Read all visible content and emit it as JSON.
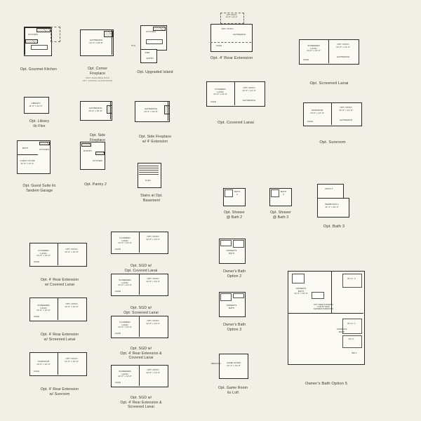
{
  "sheet": {
    "background": "#f2efe6",
    "ink": "#2b2a26"
  },
  "options": [
    {
      "id": "gourmet-kitchen",
      "caption": "Opt. Gourmet Kitchen",
      "rooms": [
        "KITCHEN"
      ]
    },
    {
      "id": "corner-fireplace",
      "caption": "Opt. Corner\nFireplace",
      "note": "*NOT AVAILABLE WITH\nOPT. SLIDING GLASS DOOR",
      "rooms": [
        "GATHERING"
      ],
      "dims": [
        "15'-4\" x 15'-8\""
      ]
    },
    {
      "id": "upgraded-island",
      "caption": "Opt. Upgraded Island",
      "rooms": [
        "KITCHEN",
        "PDR",
        "ENTRY"
      ]
    },
    {
      "id": "library-ilo-flex",
      "caption": "Opt. Library\nilo Flex",
      "rooms": [
        "LIBRARY"
      ],
      "dims": [
        "11'-0\" x 11'-4\""
      ]
    },
    {
      "id": "side-fireplace",
      "caption": "Opt. Side\nFireplace",
      "rooms": [
        "GATHERING"
      ],
      "dims": [
        "15'-4\" x 15'-8\""
      ]
    },
    {
      "id": "side-fireplace-4ext",
      "caption": "Opt. Side Fireplace\nw/ 4' Extension",
      "rooms": [
        "GATHERING"
      ],
      "dims": [
        "15'-4\" x 19'-8\""
      ]
    },
    {
      "id": "guest-suite-tandem",
      "caption": "Opt. Guest Suite ilo\nTandem Garage",
      "rooms": [
        "GUEST SUITE",
        "BATH",
        "KITCHEN"
      ]
    },
    {
      "id": "pantry-2",
      "caption": "Opt. Pantry 2",
      "rooms": [
        "PANTRY",
        "KITCHEN"
      ]
    },
    {
      "id": "stairs-basement",
      "caption": "Stairs at Opt.\nBasement",
      "rooms": [
        "FLEX"
      ]
    },
    {
      "id": "rear-extension-4",
      "caption": "Opt. 4' Rear Extension",
      "rooms": [
        "OPT. PATIO",
        "GATHERING",
        "CAFE"
      ]
    },
    {
      "id": "covered-lanai",
      "caption": "Opt. Covered Lanai",
      "rooms": [
        "COVERED LANAI",
        "OPT. PATIO",
        "CAFE",
        "GATHERING"
      ]
    },
    {
      "id": "screened-lanai",
      "caption": "Opt. Screened Lanai",
      "rooms": [
        "SCREENED LANAI",
        "OPT. PATIO",
        "CAFE",
        "GATHERING"
      ]
    },
    {
      "id": "sunroom",
      "caption": "Opt. Sunroom",
      "rooms": [
        "SUNROOM",
        "OPT. PATIO",
        "CAFE",
        "GATHERING"
      ]
    },
    {
      "id": "rear-ext-covered-lanai",
      "caption": "Opt. 4' Rear Extension\nw/ Covered Lanai",
      "rooms": [
        "COVERED LANAI",
        "OPT. PATIO",
        "CAFE"
      ]
    },
    {
      "id": "rear-ext-screened-lanai",
      "caption": "Opt. 4' Rear Extension\nw/ Screened Lanai",
      "rooms": [
        "SCREENED LANAI",
        "OPT. PATIO",
        "CAFE"
      ]
    },
    {
      "id": "rear-ext-sunroom",
      "caption": "Opt. 4' Rear Extension\nw/ Sunroom",
      "rooms": [
        "SUNROOM",
        "OPT. PATIO",
        "CAFE"
      ]
    },
    {
      "id": "sgd-covered-lanai",
      "caption": "Opt. SGD w/\nOpt. Covered Lanai",
      "rooms": [
        "COVERED LANAI",
        "OPT. PATIO",
        "CAFE"
      ]
    },
    {
      "id": "sgd-screened-lanai",
      "caption": "Opt. SGD w/\nOpt. Screened Lanai",
      "rooms": [
        "SCREENED LANAI",
        "OPT. PATIO",
        "CAFE"
      ]
    },
    {
      "id": "sgd-rear-ext-covered-lanai",
      "caption": "Opt. SGD w/\nOpt. 4' Rear Extension &\nCovered Lanai",
      "rooms": [
        "COVERED LANAI",
        "OPT. PATIO",
        "CAFE"
      ]
    },
    {
      "id": "sgd-rear-ext-screened-lanai",
      "caption": "Opt. SGD w/\nOpt. 4' Rear Extension &\nScreened Lanai",
      "rooms": [
        "SCREENED LANAI",
        "OPT. PATIO",
        "CAFE"
      ]
    },
    {
      "id": "shower-bath-2",
      "caption": "Opt. Shower\n@ Bath 2",
      "rooms": [
        "BATH 2"
      ]
    },
    {
      "id": "shower-bath-3",
      "caption": "Opt. Shower\n@ Bath 3",
      "rooms": [
        "BATH 3"
      ]
    },
    {
      "id": "bath-3",
      "caption": "Opt. Bath 3",
      "rooms": [
        "BATH 3",
        "BEDROOM 4"
      ],
      "dims": [
        "11'-1\" x 10'-3\""
      ]
    },
    {
      "id": "owners-bath-option-2",
      "caption": "Owner's Bath\nOption 2",
      "rooms": [
        "OWNER'S BATH"
      ]
    },
    {
      "id": "owners-bath-option-3",
      "caption": "Owner's Bath\nOption 3",
      "rooms": [
        "OWNER'S BATH"
      ]
    },
    {
      "id": "game-room-ilo-loft",
      "caption": "Opt. Game Room\nilo Loft",
      "rooms": [
        "GAME ROOM",
        "BEDROOM"
      ],
      "dims": [
        "12'-4\" x 14'-8\""
      ]
    },
    {
      "id": "owners-bath-option-5",
      "caption": "Owner's Bath Option 5",
      "rooms": [
        "OWNER'S BATH",
        "W.I.C. 2",
        "W.I.C. 1",
        "W.I.C.",
        "BR 4"
      ]
    }
  ]
}
